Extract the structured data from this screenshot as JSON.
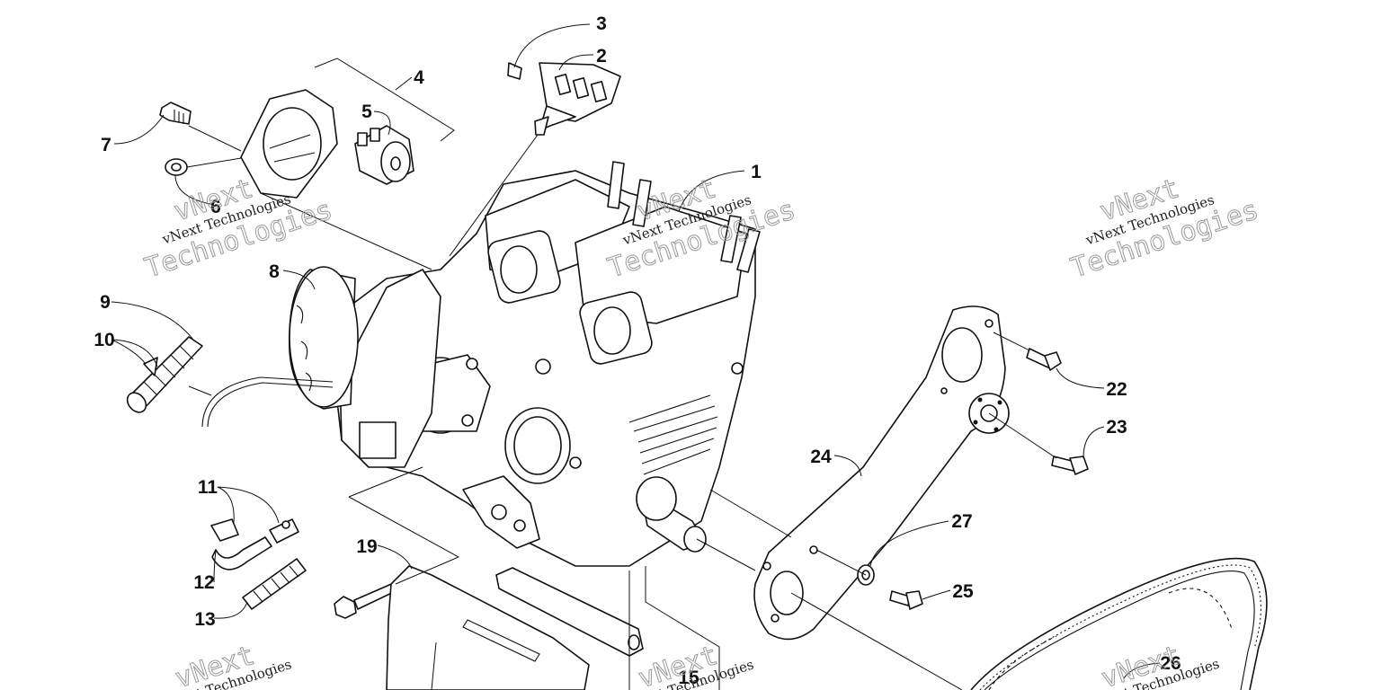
{
  "callouts": [
    "1",
    "2",
    "3",
    "4",
    "5",
    "6",
    "7",
    "8",
    "9",
    "10",
    "11",
    "12",
    "13",
    "15",
    "19",
    "22",
    "23",
    "24",
    "25",
    "26",
    "27"
  ],
  "watermark": {
    "line1": "vNext",
    "line2": "vNext Technologies",
    "line3": "Technologies"
  },
  "colors": {
    "ink": "#111111",
    "watermark": "#9a9a9a",
    "background": "#ffffff"
  }
}
